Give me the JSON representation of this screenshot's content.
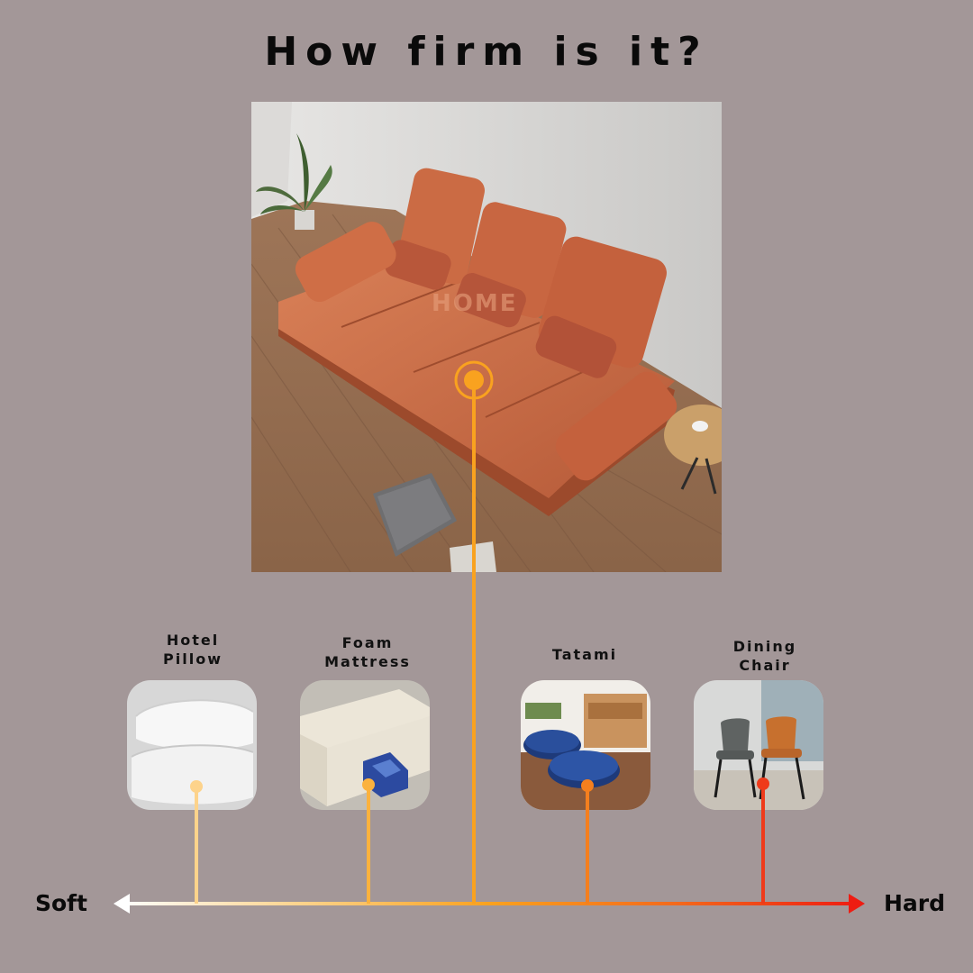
{
  "title": "How firm is it?",
  "scale": {
    "left_label": "Soft",
    "right_label": "Hard",
    "gradient_colors": [
      "#ffffff",
      "#fdd38b",
      "#f9a21f",
      "#f26a1c",
      "#ee1c12"
    ]
  },
  "hero": {
    "watermark": "HOME",
    "marker_color": "#f9a21f"
  },
  "items": [
    {
      "label_line1": "Hotel",
      "label_line2": "Pillow",
      "color": "#fdd38b"
    },
    {
      "label_line1": "Foam",
      "label_line2": "Mattress",
      "color": "#fbb23e"
    },
    {
      "label_line1": "Tatami",
      "label_line2": "",
      "color": "#f47f1e"
    },
    {
      "label_line1": "Dining",
      "label_line2": "Chair",
      "color": "#ef3a1a"
    }
  ]
}
